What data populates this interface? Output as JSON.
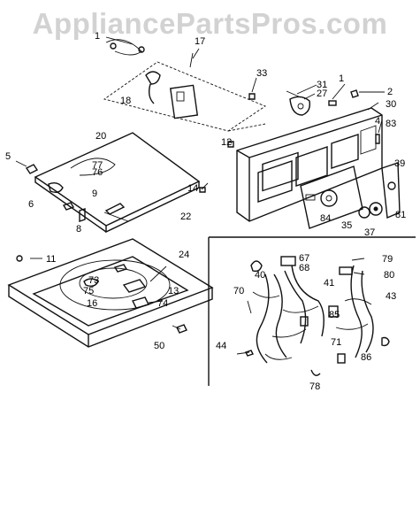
{
  "watermark": "AppliancePartsPros.com",
  "callouts": [
    "1",
    "2",
    "4",
    "5",
    "6",
    "8",
    "9",
    "11",
    "12",
    "13",
    "14",
    "16",
    "17",
    "18",
    "20",
    "22",
    "24",
    "27",
    "30",
    "31",
    "33",
    "35",
    "37",
    "39",
    "40",
    "41",
    "43",
    "44",
    "50",
    "67",
    "68",
    "70",
    "71",
    "73",
    "74",
    "75",
    "76",
    "77",
    "78",
    "79",
    "80",
    "81",
    "83",
    "84",
    "85",
    "86"
  ]
}
